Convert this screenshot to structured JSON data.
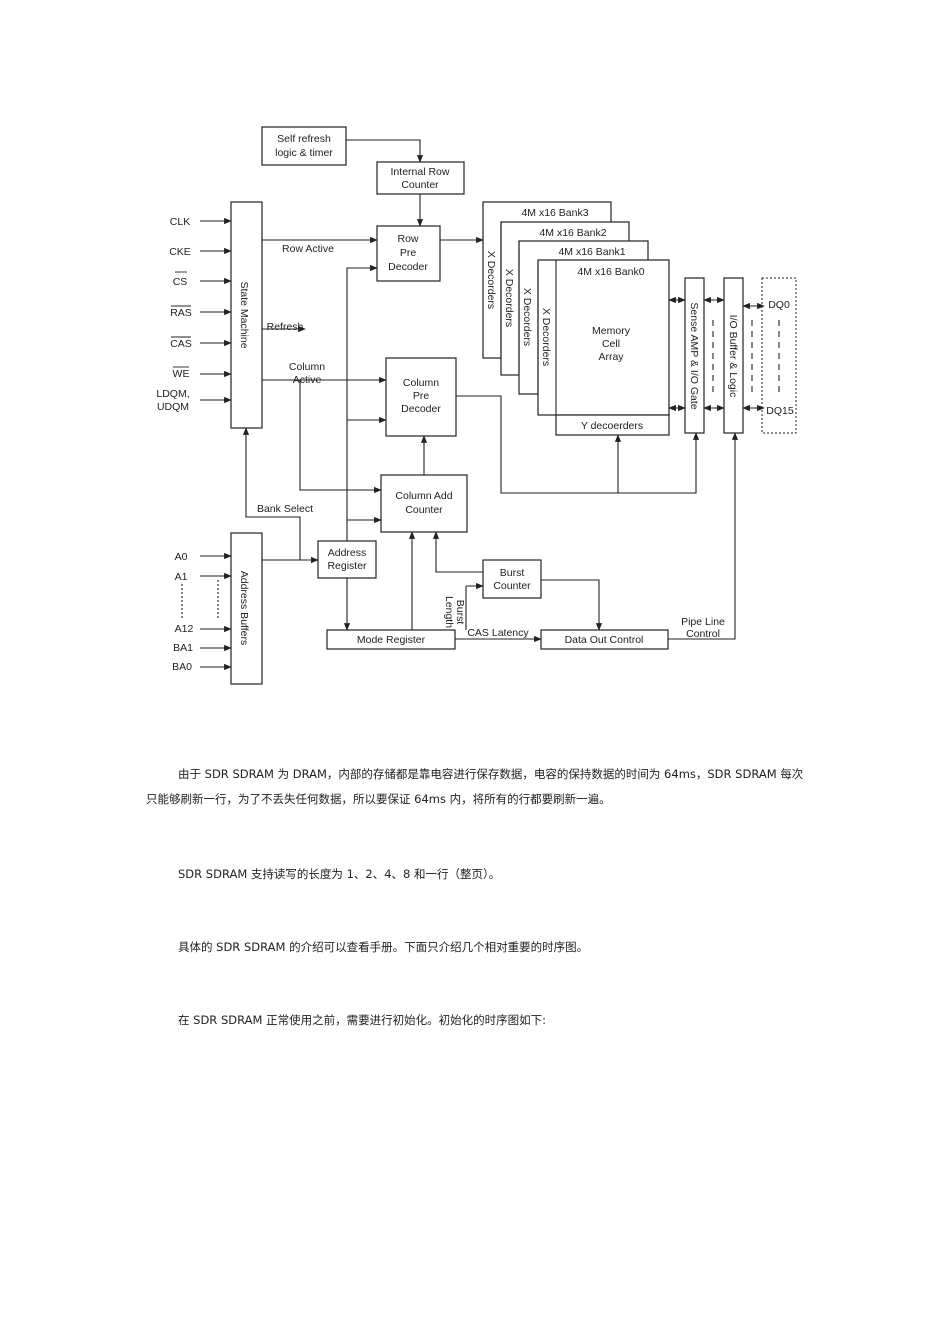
{
  "diagram": {
    "blocks": {
      "self_refresh": [
        "Self refresh",
        "logic & timer"
      ],
      "internal_row_counter": [
        "Internal Row",
        "Counter"
      ],
      "state_machine": "State Machine",
      "row_pre_decoder": [
        "Row",
        "Pre",
        "Decoder"
      ],
      "column_pre_decoder": [
        "Column",
        "Pre",
        "Decoder"
      ],
      "column_add_counter": [
        "Column Add",
        "Counter"
      ],
      "address_register": [
        "Address",
        "Register"
      ],
      "address_buffers": "Address Buffers",
      "burst_counter": [
        "Burst",
        "Counter"
      ],
      "mode_register": "Mode Register",
      "data_out_control": "Data Out Control",
      "sense_amp": "Sense AMP & I/O Gate",
      "io_buffer": "I/O Buffer & Logic",
      "banks": [
        "4M x16 Bank3",
        "4M x16 Bank2",
        "4M x16 Bank1",
        "4M x16 Bank0"
      ],
      "x_decoders": "X Decorders",
      "memory_cell_array": [
        "Memory",
        "Cell",
        "Array"
      ],
      "y_decoders": "Y decoerders"
    },
    "signals": [
      "CLK",
      "CKE",
      "CS",
      "RAS",
      "CAS",
      "WE",
      "LDQM,",
      "UDQM"
    ],
    "address_inputs": [
      "A0",
      "A1",
      "A12",
      "BA1",
      "BA0"
    ],
    "labels": {
      "row_active": "Row Active",
      "refresh": "Refresh",
      "column_active": [
        "Column",
        "Active"
      ],
      "bank_select": "Bank Select",
      "burst_length": [
        "Burst",
        "Length"
      ],
      "cas_latency": "CAS Latency",
      "pipe_line_control": [
        "Pipe Line",
        "Control"
      ],
      "dq0": "DQ0",
      "dq15": "DQ15"
    }
  },
  "paragraphs": {
    "p1": "由于 SDR SDRAM 为 DRAM，内部的存储都是靠电容进行保存数据，电容的保持数据的时间为 64ms，SDR SDRAM 每次只能够刷新一行，为了不丢失任何数据，所以要保证 64ms 内，将所有的行都要刷新一遍。",
    "p2": "SDR SDRAM 支持读写的长度为 1、2、4、8 和一行（整页）。",
    "p3": "具体的 SDR SDRAM 的介绍可以查看手册。下面只介绍几个相对重要的时序图。",
    "p4": "在 SDR SDRAM 正常使用之前，需要进行初始化。初始化的时序图如下:"
  }
}
